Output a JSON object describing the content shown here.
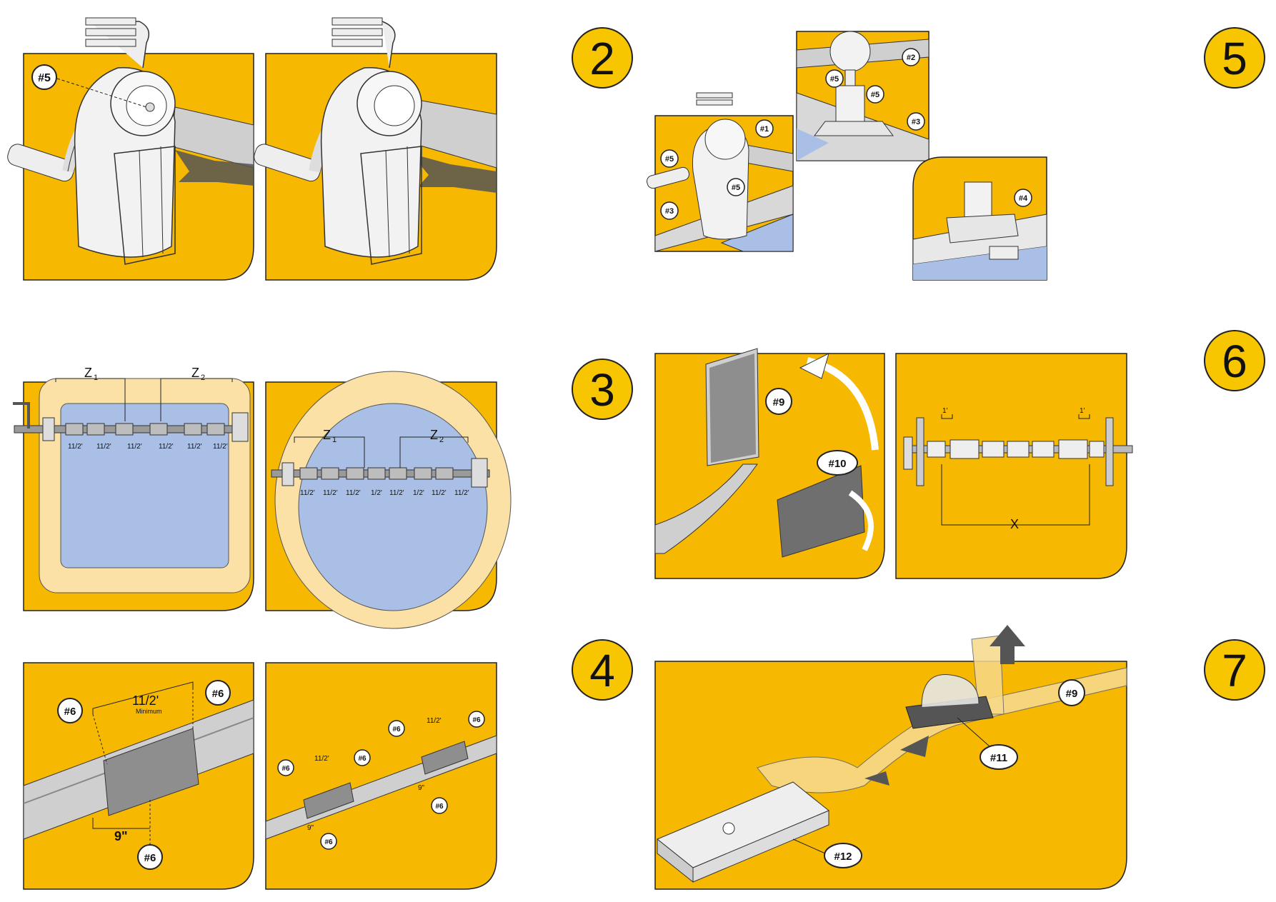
{
  "colors": {
    "panel": "#f6b800",
    "pool_water": "#a9bfe6",
    "pool_deck": "#fbe1a6",
    "step_circle": "#f8c600",
    "tube": "#cfcfcf",
    "tape": "#8e8e8e"
  },
  "steps": [
    "2",
    "3",
    "4",
    "5",
    "6",
    "7"
  ],
  "labels": {
    "p5": "#5",
    "p1": "#1",
    "p2": "#2",
    "p3": "#3",
    "p4": "#4",
    "p6": "#6",
    "p9": "#9",
    "p10": "#10",
    "p11": "#11",
    "p12": "#12"
  },
  "zones": {
    "z1": "Z",
    "z2": "Z",
    "z1_sub": "1",
    "z2_sub": "2"
  },
  "measures": {
    "one_half": "11/2'",
    "half": "1/2'",
    "one_foot": "1'",
    "nine_inch": "9\"",
    "minimum": "Minimum",
    "x": "X"
  },
  "icons": [
    "reel-crank-icon",
    "pool-icon",
    "tube-tape-icon",
    "strap-buckle-icon"
  ]
}
